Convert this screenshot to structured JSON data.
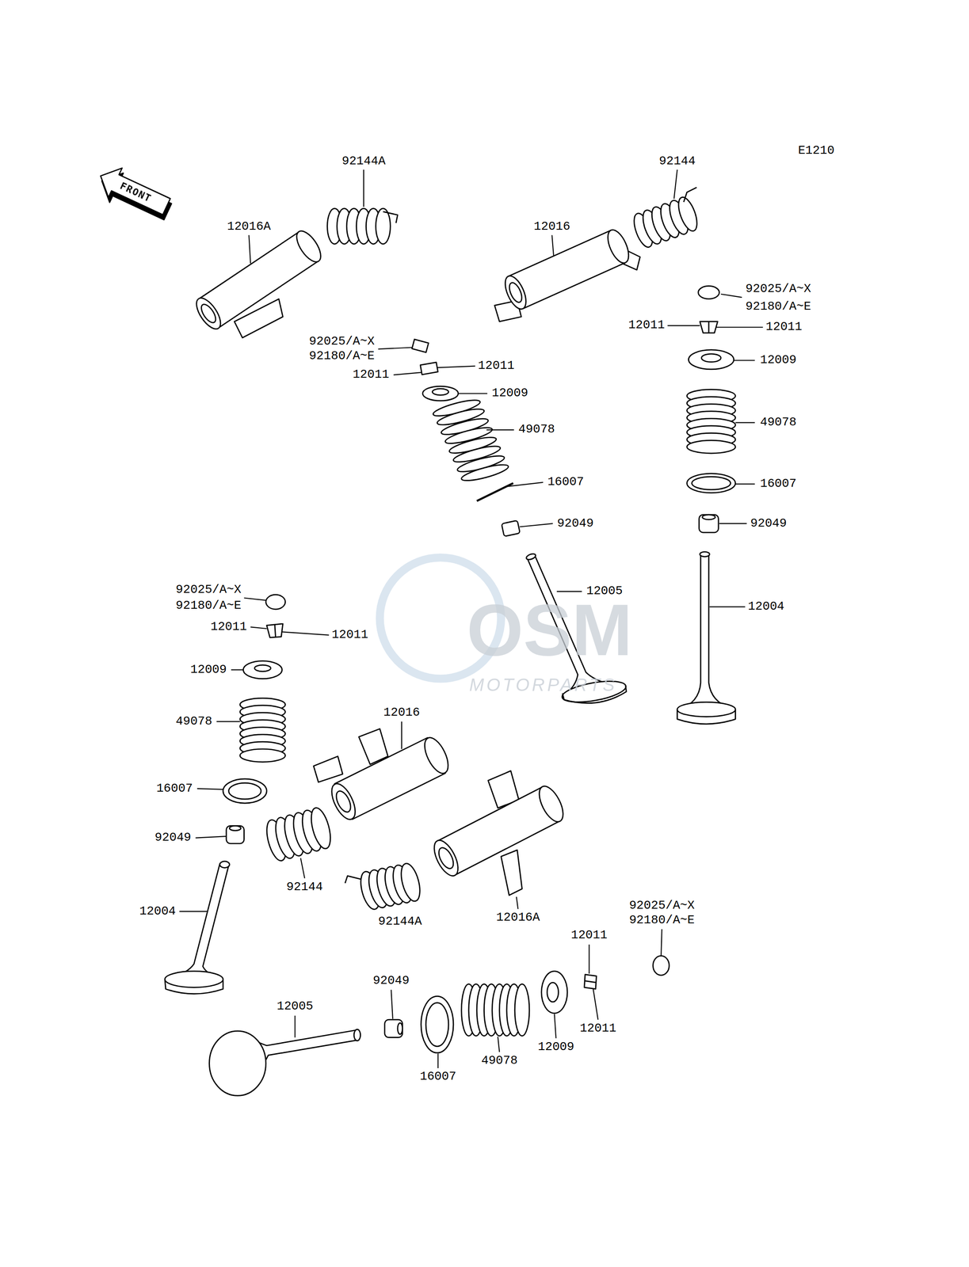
{
  "diagram": {
    "labels": [
      "E1210",
      "FRONT",
      "92144A",
      "92144",
      "12016A",
      "12016",
      "92025/A~X",
      "92180/A~E",
      "12011",
      "12011",
      "92025/A~X",
      "92180/A~E",
      "12009",
      "12011",
      "12011",
      "12009",
      "49078",
      "49078",
      "16007",
      "16007",
      "92049",
      "92049",
      "92025/A~X",
      "12005",
      "92180/A~E",
      "12004",
      "12011",
      "12011",
      "OSM",
      "MOTORPARTS",
      "12009",
      "12016",
      "49078",
      "16007",
      "92049",
      "92144",
      "12016A",
      "92025/A~X",
      "12004",
      "92144A",
      "92180/A~E",
      "12011",
      "92049",
      "12005",
      "12011",
      "12009",
      "49078",
      "16007"
    ]
  }
}
